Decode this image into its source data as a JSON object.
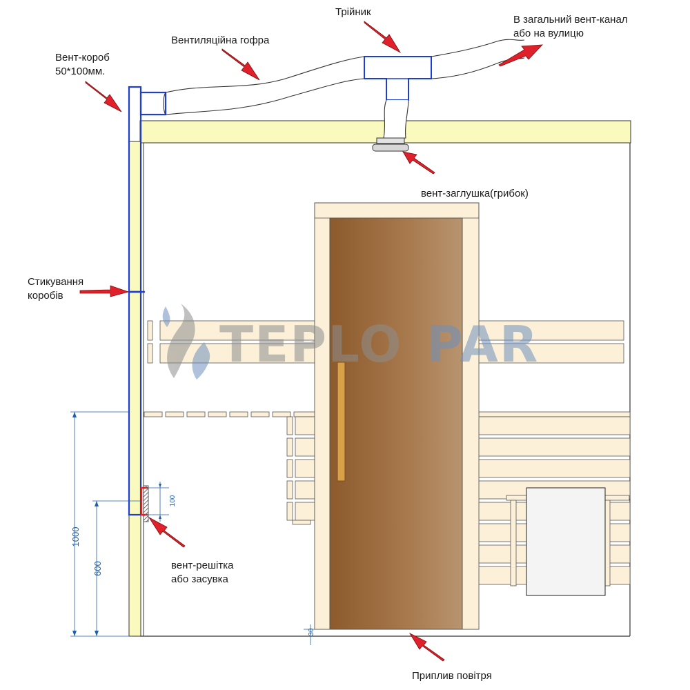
{
  "labels": {
    "vent_box": [
      "Вент-короб",
      "50*100мм."
    ],
    "corrugation": "Вентиляційна гофра",
    "tee": "Трійник",
    "main_duct": [
      "В загальний вент-канал",
      "або на вулицю"
    ],
    "mushroom": "вент-заглушка(грибок)",
    "joint": [
      "Стикування",
      "коробів"
    ],
    "grille": [
      "вент-решітка",
      "або засувка"
    ],
    "inflow": "Приплив повітря"
  },
  "dimensions": {
    "h1000": "1000",
    "h600": "600",
    "h100": "100",
    "gap30": "30"
  },
  "watermark": {
    "part1": "TEPLO",
    "part2": "PAR"
  },
  "colors": {
    "duct_blue": "#1e3cd6",
    "wall_yellow": "#fafabe",
    "door_wood": "#9a6a3c",
    "frame_beige": "#fdf0d8",
    "arrow_red": "#e0202a",
    "grille_red": "#e8202a",
    "dim_blue": "#1f5fa8",
    "watermark_gray": "#8e8e8e",
    "watermark_blue": "#6e90be"
  }
}
